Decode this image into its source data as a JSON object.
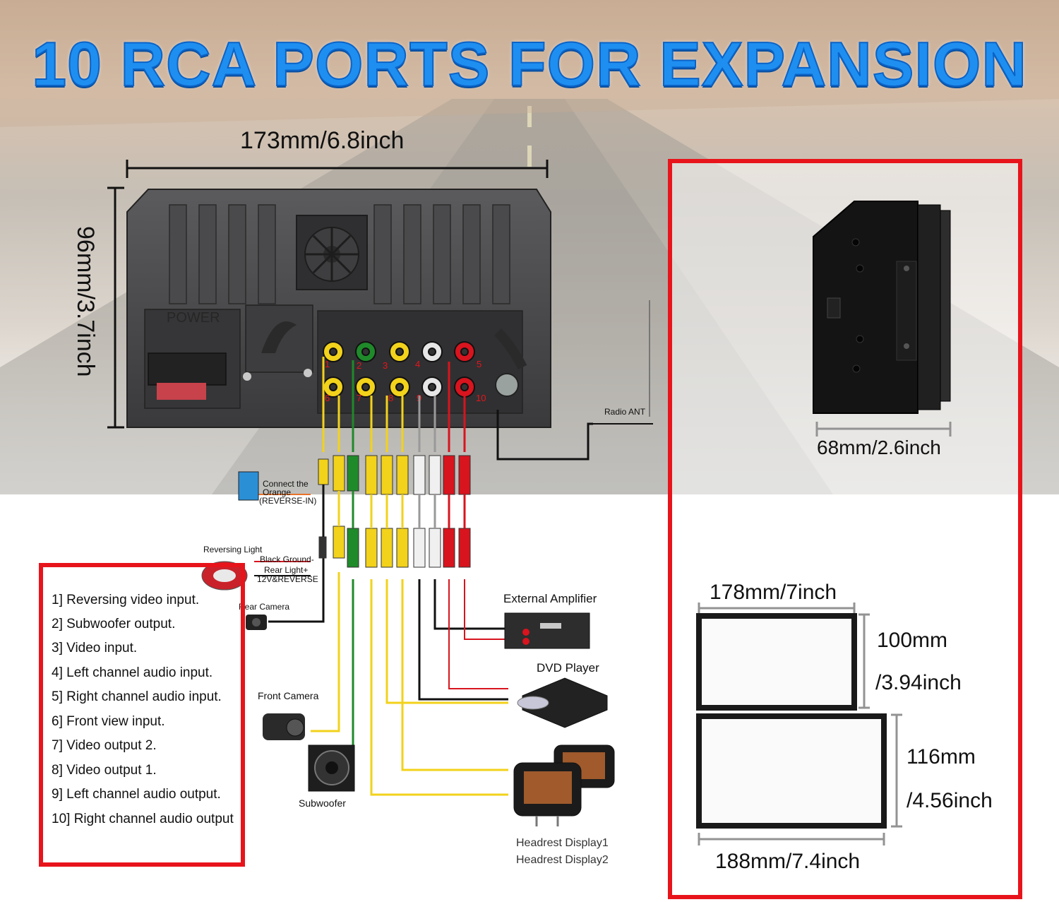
{
  "title": "10 RCA PORTS FOR EXPANSION",
  "dimensions": {
    "width": "173mm/6.8inch",
    "height": "96mm/3.7inch",
    "depth": "68mm/2.6inch",
    "frame_small_width": "178mm/7inch",
    "frame_small_height_mm": "100mm",
    "frame_small_height_in": "/3.94inch",
    "frame_large_height_mm": "116mm",
    "frame_large_height_in": "/4.56inch",
    "frame_large_width": "188mm/7.4inch"
  },
  "unit_panel": {
    "power_label": "POWER",
    "port_numbers": [
      "1",
      "2",
      "3",
      "4",
      "5",
      "6",
      "7",
      "8",
      "9",
      "10"
    ]
  },
  "wiring_labels": {
    "radio_ant": "Radio ANT",
    "connect_orange_1": "Connect the",
    "connect_orange_2": "Orange",
    "connect_orange_3": "(REVERSE-IN)",
    "reversing_light": "Reversing Light",
    "black_ground": "Black Ground-",
    "rear_light": "Rear Light+",
    "reverse_12v": "12V&REVERSE",
    "rear_camera": "Rear Camera",
    "external_amplifier": "External Amplifier",
    "dvd_player": "DVD Player",
    "front_camera": "Front Camera",
    "subwoofer": "Subwoofer",
    "headrest_display_1": "Headrest Display1",
    "headrest_display_2": "Headrest Display2"
  },
  "legend": [
    "1] Reversing video input.",
    "2] Subwoofer output.",
    "3] Video input.",
    "4] Left channel audio input.",
    "5] Right channel audio input.",
    "6] Front view input.",
    "7] Video output 2.",
    "8] Video output 1.",
    "9] Left channel audio output.",
    "10] Right channel audio output"
  ],
  "colors": {
    "title_blue": "#1e8ff0",
    "frame_red": "#e8141b",
    "rca_yellow": "#f2d21b",
    "rca_green": "#1f8a2a",
    "rca_white": "#e6e6e6",
    "rca_red": "#d8141e"
  }
}
